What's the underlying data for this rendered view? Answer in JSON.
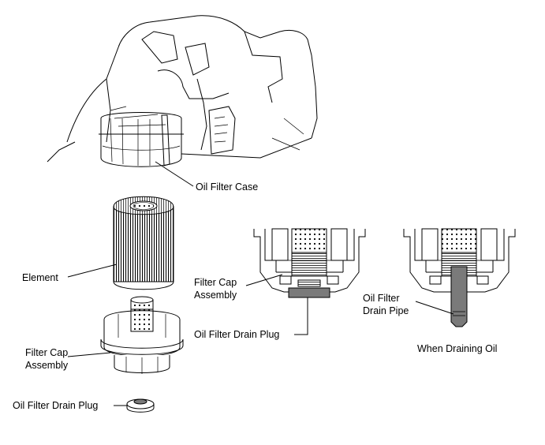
{
  "labels": {
    "oil_filter_case": "Oil Filter Case",
    "element": "Element",
    "filter_cap_assembly_line1": "Filter Cap",
    "filter_cap_assembly_line2": "Assembly",
    "drain_plug_left": "Oil Filter Drain Plug",
    "cap_assembly_mid_line1": "Filter Cap",
    "cap_assembly_mid_line2": "Assembly",
    "drain_plug_mid": "Oil Filter Drain Plug",
    "drain_pipe_line1": "Oil Filter",
    "drain_pipe_line2": "Drain Pipe",
    "when_draining": "When Draining Oil"
  },
  "colors": {
    "line": "#000000",
    "background": "#ffffff",
    "drain_part_fill": "#7a7a7a"
  }
}
